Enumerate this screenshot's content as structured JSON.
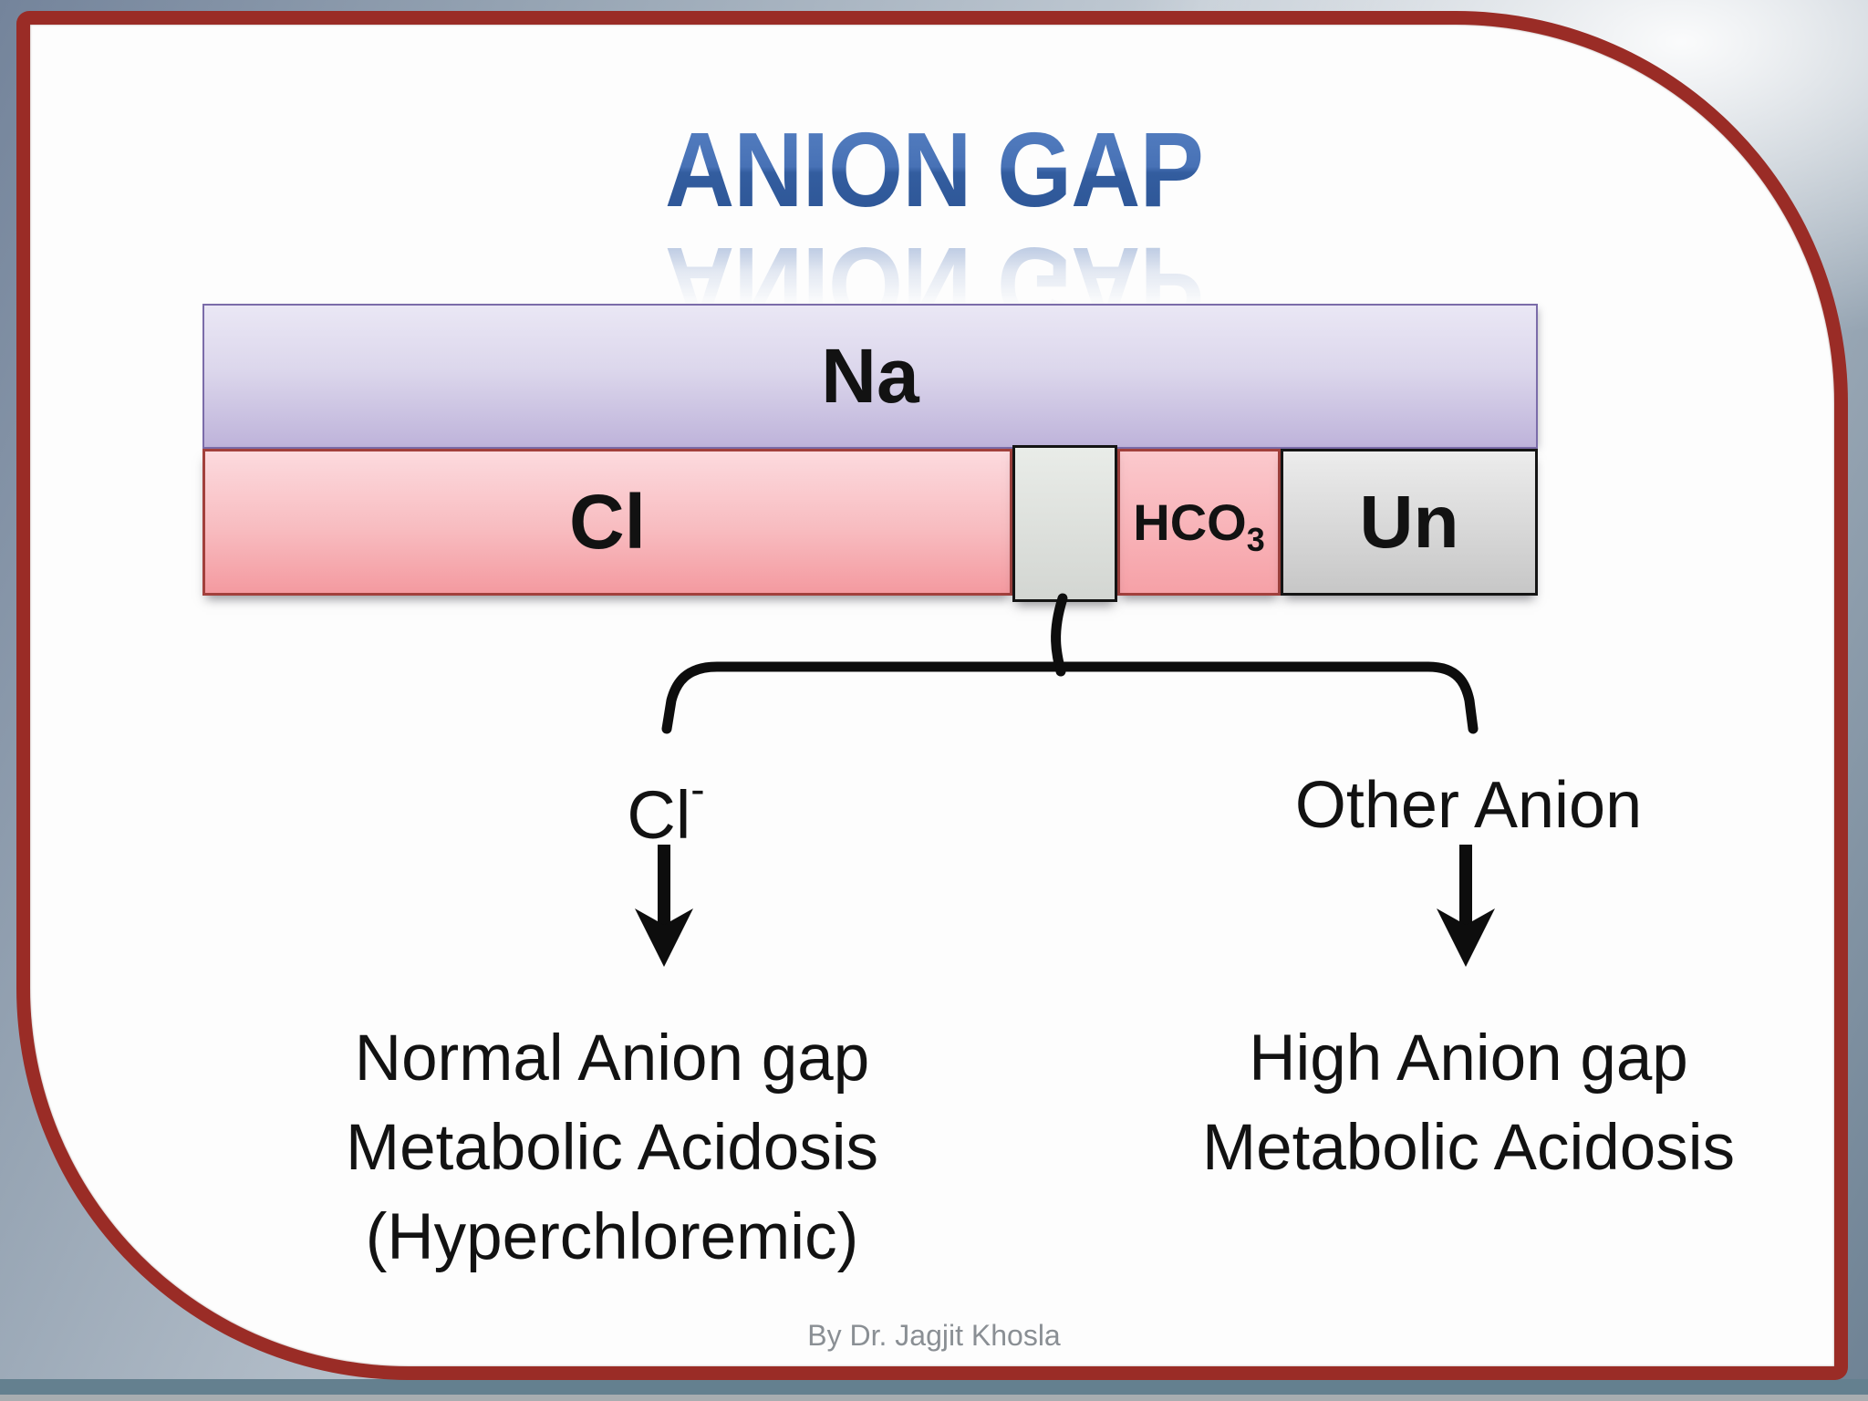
{
  "slide": {
    "title": "ANION GAP",
    "footer": "By Dr. Jagjit Khosla"
  },
  "bar_diagram": {
    "na_label": "Na",
    "cl_label": "Cl",
    "hco3_label": "HCO",
    "hco3_subscript": "3",
    "un_label": "Un"
  },
  "branches": {
    "left": {
      "ion_label": "Cl",
      "ion_superscript": "-",
      "outcome_lines": [
        "Normal Anion gap",
        "Metabolic Acidosis",
        "(Hyperchloremic)"
      ]
    },
    "right": {
      "ion_label": "Other Anion",
      "outcome_lines": [
        "High Anion gap",
        "Metabolic Acidosis"
      ]
    }
  },
  "colors": {
    "frame_red": "#9a2c26",
    "title_top": "#557fc1",
    "title_bottom": "#2d5595",
    "na_top": "#eae7f5",
    "na_bottom": "#beb3da",
    "na_border": "#7b6ca9",
    "cl_top": "#fcdade",
    "cl_bottom": "#f49aa0",
    "cl_border": "#a2403c",
    "gap_top": "#e9ece8",
    "gap_bottom": "#d3d6d2",
    "box_black": "#141414",
    "hco3_top": "#fbc9cd",
    "hco3_bottom": "#f6a1a7",
    "un_top": "#ececec",
    "un_bottom": "#c7c7c7",
    "text_black": "#121212",
    "footer_gray": "#8a8f94",
    "bg_slate": "#74849b",
    "bg_silver": "#c3ccd5",
    "band_blue": "#64808f",
    "band_gray": "#a8adb0"
  }
}
